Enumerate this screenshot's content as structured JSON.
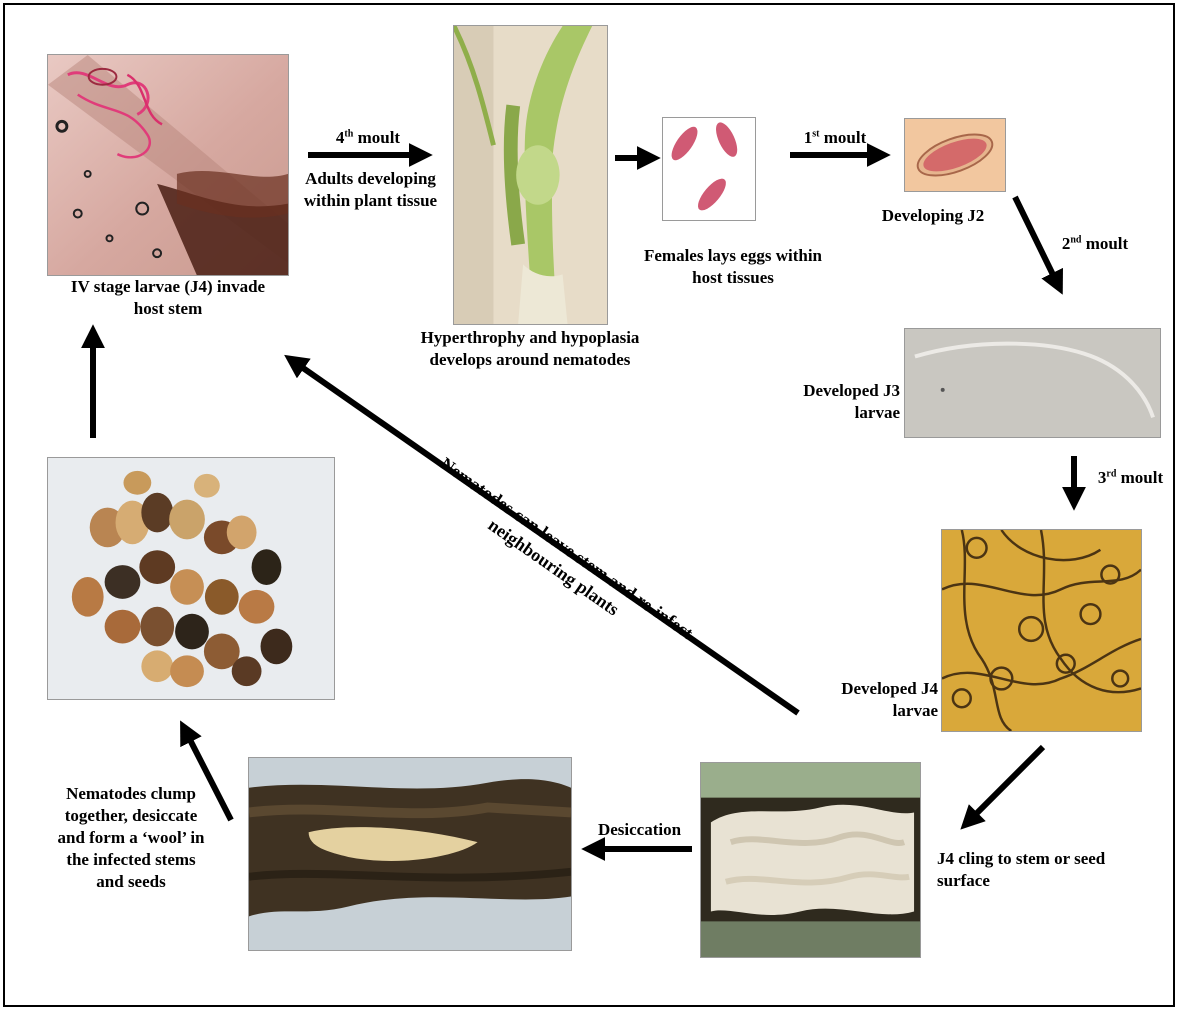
{
  "stages": {
    "j4_invade": "IV stage larvae (J4) invade host stem",
    "j4_invade_l1": "IV stage larvae (J4) invade",
    "j4_invade_l2": "host stem",
    "hypertrophy_l1": "Hyperthrophy and hypoplasia",
    "hypertrophy_l2": "develops around nematodes",
    "eggs_l1": "Females lays eggs within",
    "eggs_l2": "host tissues",
    "developing_j2": "Developing J2",
    "j3_l1": "Developed J3",
    "j3_l2": "larvae",
    "j4_l1": "Developed J4",
    "j4_l2": "larvae",
    "cling_l1": "J4 cling to stem or seed",
    "cling_l2": "surface",
    "clump_l1": "Nematodes clump",
    "clump_l2": "together, desiccate",
    "clump_l3": "and form a ‘wool’ in",
    "clump_l4": "the infected stems",
    "clump_l5": "and seeds"
  },
  "transitions": {
    "moult4_num": "4",
    "moult4_sup": "th",
    "moult_word": "moult",
    "adults_l1": "Adults developing",
    "adults_l2": "within plant tissue",
    "moult1_num": "1",
    "moult1_sup": "st",
    "moult2_num": "2",
    "moult2_sup": "nd",
    "moult3_num": "3",
    "moult3_sup": "rd",
    "desiccation": "Desiccation",
    "reinfect_l1": "Nematodes can leave stem and re-infect",
    "reinfect_l2": "neighbouring plants"
  },
  "colors": {
    "arrow": "#000000",
    "egg_pink": "#d05a74",
    "j4_bg": "#d9a83a",
    "seed_brown": "#8a5a2a"
  }
}
